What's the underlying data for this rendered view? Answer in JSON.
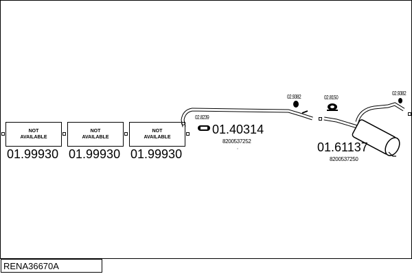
{
  "reference": "RENA36670A",
  "not_available_parts": [
    {
      "line1": "NOT",
      "line2": "AVAILABLE",
      "part_number": "01.99930"
    },
    {
      "line1": "NOT",
      "line2": "AVAILABLE",
      "part_number": "01.99930"
    },
    {
      "line1": "NOT",
      "line2": "AVAILABLE",
      "part_number": "01.99930"
    }
  ],
  "parts": [
    {
      "part_number": "01.40314",
      "oe_number": "8200537252"
    },
    {
      "part_number": "01.61137",
      "oe_number": "8200537250"
    }
  ],
  "accessories": [
    {
      "label": "02.8239"
    },
    {
      "label": "02.9382"
    },
    {
      "label": "02.8150"
    },
    {
      "label": "02.9382"
    }
  ]
}
